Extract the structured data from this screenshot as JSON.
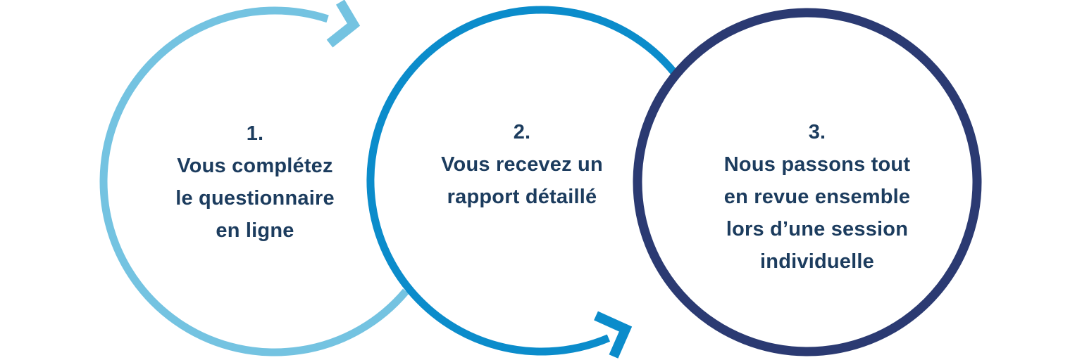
{
  "diagram": {
    "name": "three-step-process",
    "background": "#ffffff"
  },
  "colors": {
    "step1_stroke": "#74C3E1",
    "step2_stroke": "#0B8CCB",
    "step3_stroke": "#2B3A72",
    "text": "#1C3C5E"
  },
  "icons": {
    "step1_arrow": "curved-arrow-head",
    "step2_arrow": "curved-arrow-head"
  },
  "steps": [
    {
      "number": "1.",
      "lines": [
        "Vous complétez",
        "le questionnaire",
        "en ligne"
      ]
    },
    {
      "number": "2.",
      "lines": [
        "Vous recevez un",
        "rapport détaillé"
      ]
    },
    {
      "number": "3.",
      "lines": [
        "Nous passons tout",
        "en revue ensemble",
        "lors d’une session",
        "individuelle"
      ]
    }
  ]
}
